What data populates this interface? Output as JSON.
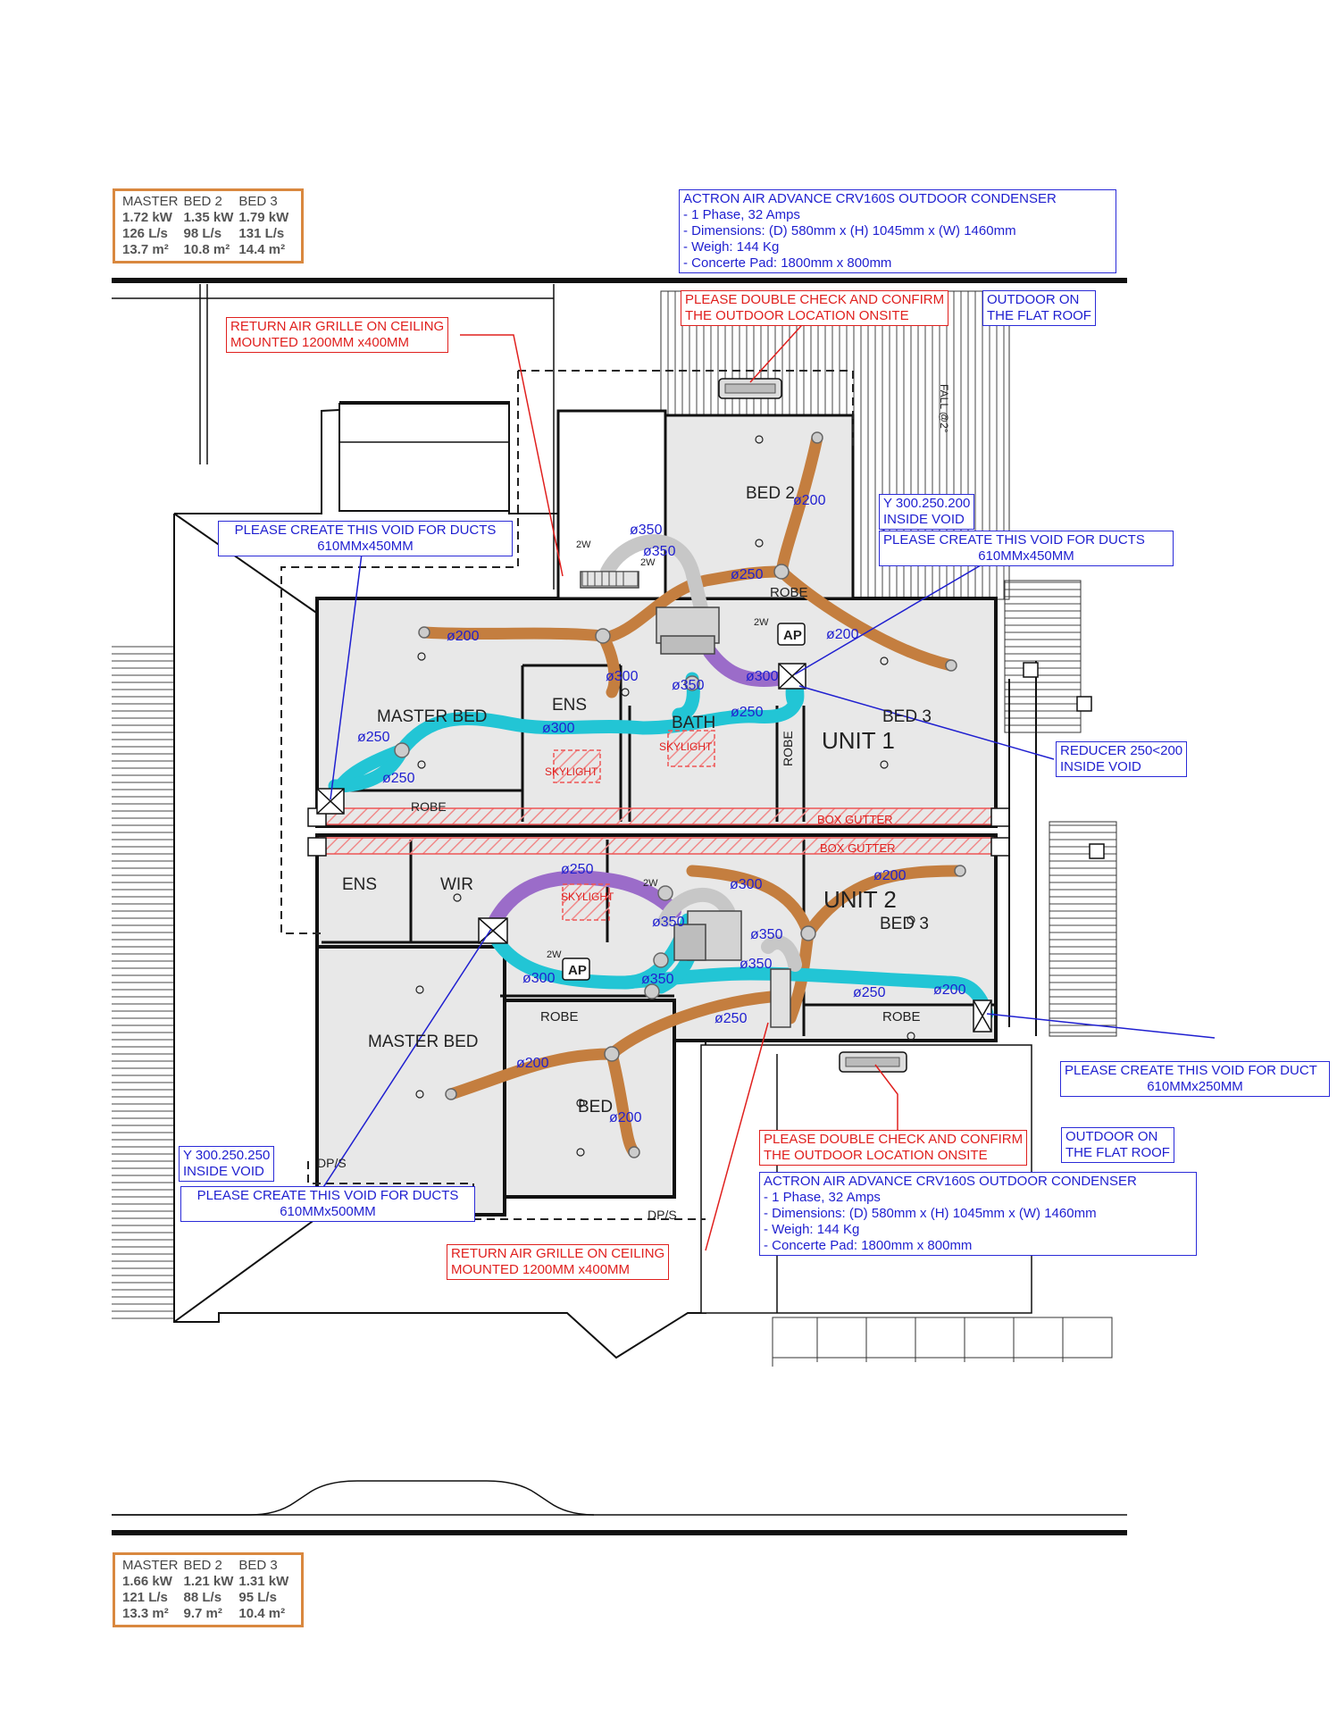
{
  "schedule_top": {
    "headers": [
      "MASTER",
      "BED 2",
      "BED 3"
    ],
    "rows": [
      [
        "1.72 kW",
        "1.35 kW",
        "1.79 kW"
      ],
      [
        "126 L/s",
        "98 L/s",
        "131 L/s"
      ],
      [
        "13.7 m²",
        "10.8 m²",
        "14.4 m²"
      ]
    ]
  },
  "schedule_bottom": {
    "headers": [
      "MASTER",
      "BED 2",
      "BED 3"
    ],
    "rows": [
      [
        "1.66 kW",
        "1.21 kW",
        "1.31 kW"
      ],
      [
        "121 L/s",
        "88 L/s",
        "95 L/s"
      ],
      [
        "13.3 m²",
        "9.7 m²",
        "10.4 m²"
      ]
    ]
  },
  "condenser_top": {
    "line1": "ACTRON AIR ADVANCE CRV160S OUTDOOR CONDENSER",
    "line2": "- 1 Phase, 32 Amps",
    "line3": "- Dimensions: (D) 580mm x (H) 1045mm x (W) 1460mm",
    "line4": "- Weigh: 144 Kg",
    "line5": "- Concerte Pad: 1800mm x 800mm"
  },
  "condenser_bottom": {
    "line1": "ACTRON AIR ADVANCE CRV160S OUTDOOR CONDENSER",
    "line2": "- 1 Phase, 32 Amps",
    "line3": "- Dimensions: (D) 580mm x (H) 1045mm x (W) 1460mm",
    "line4": "- Weigh: 144 Kg",
    "line5": "- Concerte Pad: 1800mm x 800mm"
  },
  "notes": {
    "check_top_1": "PLEASE DOUBLE CHECK AND CONFIRM",
    "check_top_2": "THE OUTDOOR LOCATION ONSITE",
    "outdoor_top_1": "OUTDOOR ON",
    "outdoor_top_2": "THE FLAT ROOF",
    "return_top_1": "RETURN AIR GRILLE ON CEILING",
    "return_top_2": "MOUNTED 1200MM x400MM",
    "void_left_top_1": "PLEASE CREATE THIS VOID FOR DUCTS",
    "void_left_top_2": "610MMx450MM",
    "y_top_1": "Y 300.250.200",
    "y_top_2": "INSIDE VOID",
    "void_right_top_1": "PLEASE CREATE THIS VOID FOR DUCTS",
    "void_right_top_2": "610MMx450MM",
    "reducer_1": "REDUCER 250<200",
    "reducer_2": "INSIDE VOID",
    "void_right_bottom_1": "PLEASE CREATE THIS VOID FOR DUCT",
    "void_right_bottom_2": "610MMx250MM",
    "check_bottom_1": "PLEASE DOUBLE CHECK AND CONFIRM",
    "check_bottom_2": "THE OUTDOOR LOCATION ONSITE",
    "outdoor_bottom_1": "OUTDOOR ON",
    "outdoor_bottom_2": "THE FLAT ROOF",
    "y_bottom_1": "Y 300.250.250",
    "y_bottom_2": "INSIDE VOID",
    "void_left_bottom_1": "PLEASE CREATE THIS VOID FOR DUCTS",
    "void_left_bottom_2": "610MMx500MM",
    "return_bottom_1": "RETURN AIR GRILLE ON CEILING",
    "return_bottom_2": "MOUNTED 1200MM x400MM"
  },
  "rooms": {
    "bed2_top": "BED 2",
    "master_top": "MASTER BED",
    "ens_top": "ENS",
    "bath_top": "BATH",
    "bed3_top": "BED 3",
    "unit1": "UNIT 1",
    "robe_top_right": "ROBE",
    "robe_top_left": "ROBE",
    "robe_top_mid": "ROBE",
    "skylight_1": "SKYLIGHT",
    "skylight_2": "SKYLIGHT",
    "skylight_3": "SKYLIGHT",
    "box_gutter_1": "BOX GUTTER",
    "box_gutter_2": "BOX GUTTER",
    "ens_bottom": "ENS",
    "wir": "WIR",
    "unit2": "UNIT 2",
    "bed3_bottom": "BED 3",
    "master_bottom": "MASTER BED",
    "robe_bottom_1": "ROBE",
    "robe_bottom_2": "ROBE",
    "bed_bottom": "BED",
    "ap_top": "AP",
    "ap_bottom": "AP",
    "dps_1": "DP/S",
    "dps_2": "DP/S",
    "fall": "FALL @2°",
    "sw_1": "2W",
    "sw_2": "2W",
    "sw_3": "2W",
    "sw_4": "2W",
    "sw_5": "2W"
  },
  "duct_sizes": {
    "d01": "ø350",
    "d02": "ø350",
    "d03": "ø200",
    "d04": "ø250",
    "d05": "ø200",
    "d06": "ø200",
    "d07": "ø300",
    "d08": "ø350",
    "d09": "ø300",
    "d10": "ø250",
    "d11": "ø300",
    "d12": "ø250",
    "d13": "ø250",
    "d14": "ø250",
    "d15": "ø300",
    "d16": "ø350",
    "d17": "ø200",
    "d18": "ø350",
    "d19": "ø350",
    "d20": "ø300",
    "d21": "ø350",
    "d22": "ø250",
    "d23": "ø200",
    "d24": "ø250",
    "d25": "ø200",
    "d26": "ø200"
  },
  "colors": {
    "note_blue": "#1f1fd0",
    "note_red": "#e0201e",
    "schedule_border": "#d9883f",
    "duct_supply_flex": "#c47e3f",
    "duct_main": "#22c5d5",
    "duct_return": "#9b6cc9",
    "duct_grey": "#c7c7c7"
  }
}
